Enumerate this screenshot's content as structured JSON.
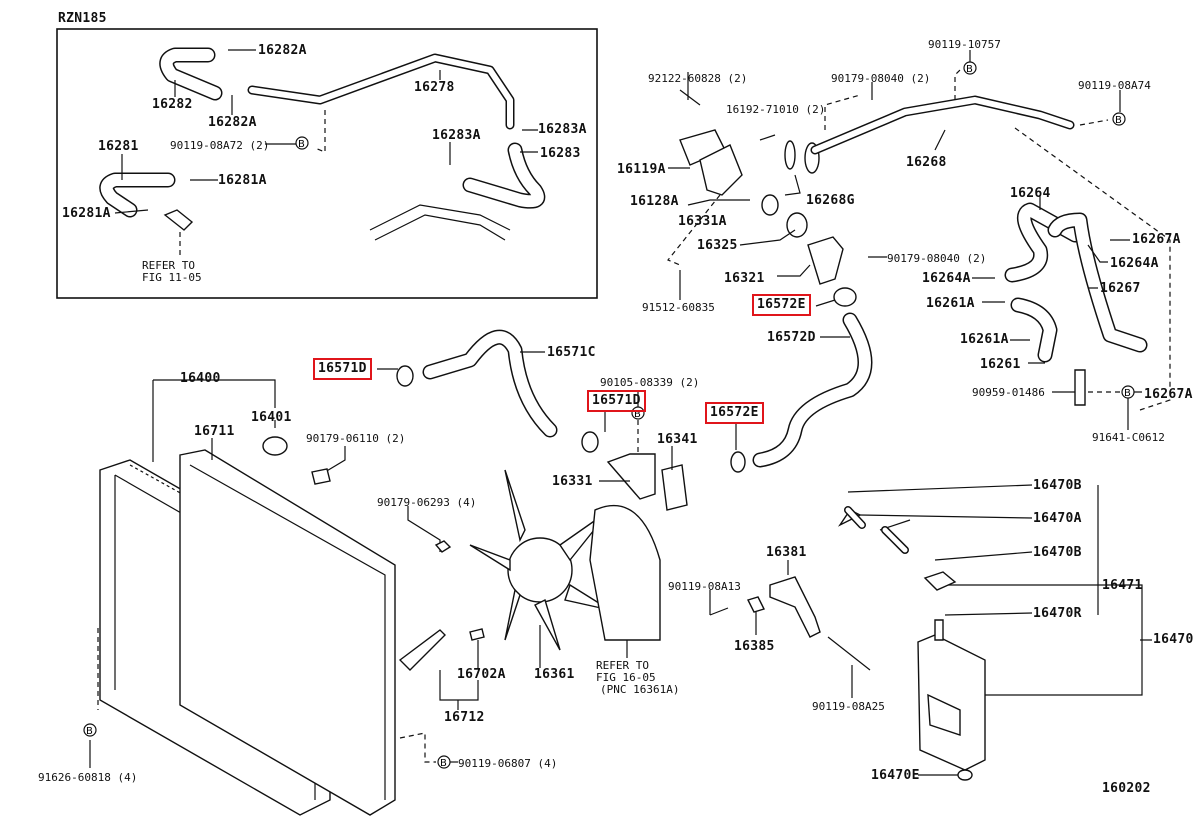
{
  "diagram_title": "RZN185",
  "figure_number": "160202",
  "highlight_color": "#e0151b",
  "bolt_marker": "B",
  "labels": [
    "RZN185",
    "16282A",
    "16282",
    "16282A",
    "16278",
    "90119-08A72 (2)",
    "16281",
    "16281A",
    "16281A",
    "16283A",
    "16283A",
    "16283",
    "REFER TO",
    "FIG 11-05",
    "92122-60828 (2)",
    "16192-71010 (2)",
    "90179-08040 (2)",
    "90119-10757",
    "90119-08A74",
    "16268",
    "16119A",
    "16268G",
    "16128A",
    "16331A",
    "16325",
    "16321",
    "90179-08040 (2)",
    "91512-60835",
    "16264",
    "16267A",
    "16264A",
    "16264A",
    "16267",
    "16261A",
    "16572E",
    "16572D",
    "16261A",
    "16261",
    "90959-01486",
    "16267A",
    "91641-C0612",
    "16571C",
    "16571D",
    "16400",
    "16401",
    "16711",
    "90179-06110 (2)",
    "90105-08339 (2)",
    "16571D",
    "16572E",
    "16341",
    "16331",
    "90179-06293 (4)",
    "16470B",
    "16470A",
    "16470B",
    "16381",
    "90119-08A13",
    "16471",
    "16470R",
    "16470",
    "16385",
    "16702A",
    "16361",
    "REFER TO",
    "FIG 16-05",
    "(PNC 16361A)",
    "16712",
    "90119-08A25",
    "91626-60818 (4)",
    "90119-06807 (4)",
    "16470E",
    "160202"
  ]
}
